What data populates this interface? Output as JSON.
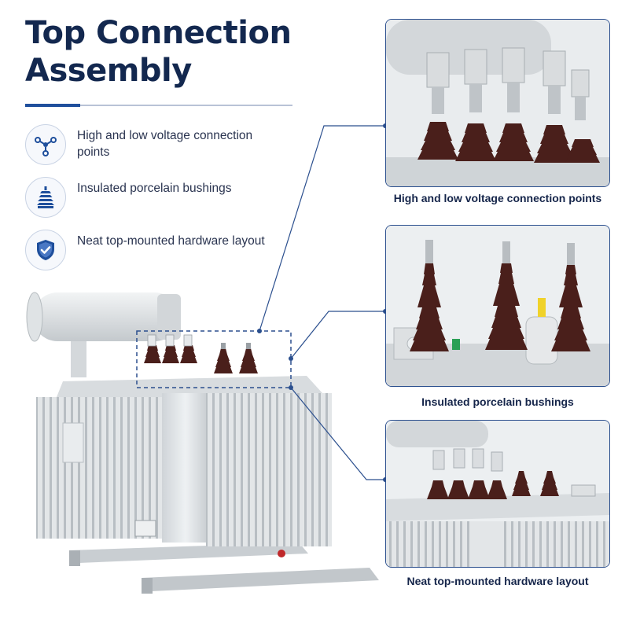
{
  "title": "Top Connection Assembly",
  "features": [
    {
      "icon": "connection-nodes-icon",
      "text": "High and low voltage connection points"
    },
    {
      "icon": "porcelain-bushing-icon",
      "text": "Insulated porcelain bushings"
    },
    {
      "icon": "shield-check-icon",
      "text": "Neat top-mounted hardware layout"
    }
  ],
  "panels": [
    {
      "caption": "High and low voltage connection points"
    },
    {
      "caption": "Insulated porcelain bushings"
    },
    {
      "caption": "Neat top-mounted hardware layout"
    }
  ],
  "colors": {
    "navy": "#13284f",
    "accent": "#1f4f9c",
    "bushing": "#4a1f1b",
    "tank": "#dfe3e6"
  }
}
